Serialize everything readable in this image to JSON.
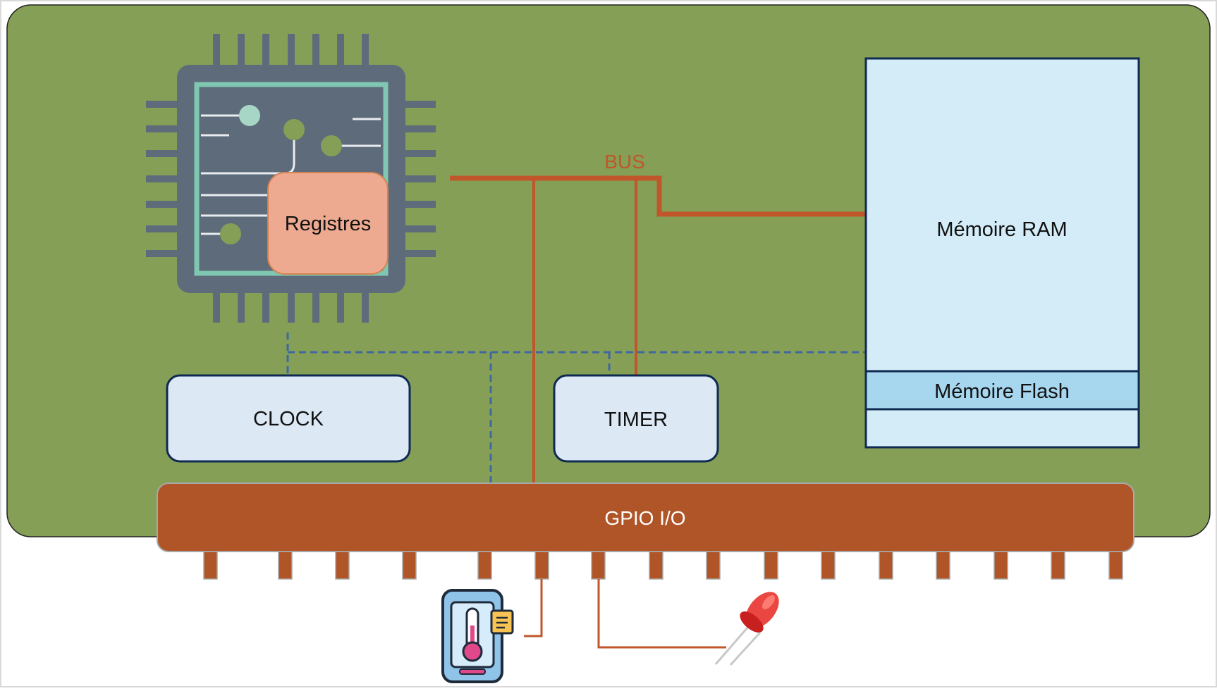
{
  "diagram": {
    "bus_label": "BUS",
    "registers_label": "Registres",
    "ram_label": "Mémoire RAM",
    "flash_label": "Mémoire Flash",
    "clock_label": "CLOCK",
    "timer_label": "TIMER",
    "gpio_label": "GPIO I/O"
  },
  "colors": {
    "board": "#869f57",
    "bus": "#c0562a",
    "gpio": "#b05528",
    "chip_body": "#5e6b7b",
    "chip_border": "#7fc7b0",
    "registers": "#eeaa90",
    "ram": "#d3ecf7",
    "flash": "#a7d6ef",
    "clock_timer": "#dde8f5",
    "dashed_line": "#3f68a0"
  },
  "icons": [
    "cpu-chip-icon",
    "thermometer-phone-icon",
    "red-led-icon"
  ]
}
